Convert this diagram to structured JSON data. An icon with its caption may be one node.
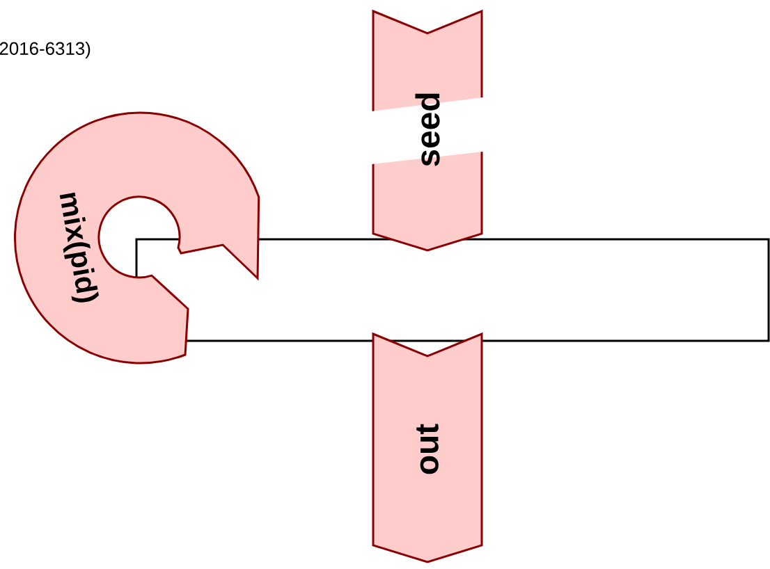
{
  "diagram": {
    "nodes": [
      {
        "text": [
          "seed"
        ]
      },
      {
        "text": [
          "mix(pid)"
        ]
      },
      {
        "text": [],
        "shape": "box"
      },
      {
        "text": [
          "out"
        ]
      }
    ],
    "labels": [
      "2016-6313)"
    ]
  }
}
